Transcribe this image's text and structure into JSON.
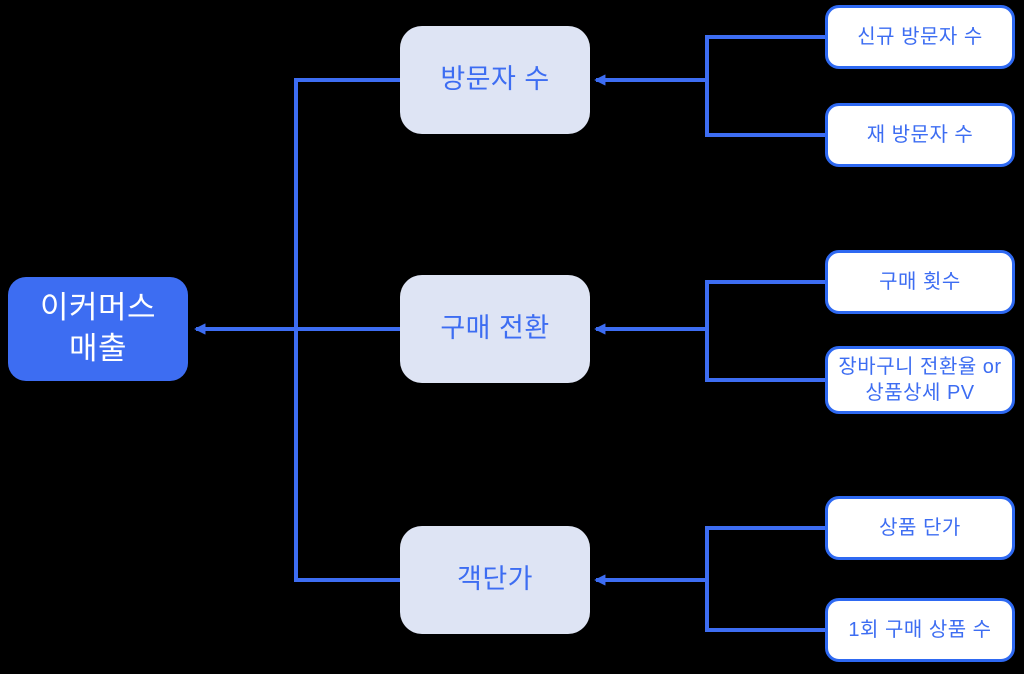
{
  "background_color": "#000000",
  "colors": {
    "accent_blue": "#3D6DF2",
    "root_fill": "#3D6DF2",
    "root_text": "#FFFFFF",
    "branch_fill": "#DEE4F4",
    "branch_text": "#3D6DF2",
    "leaf_fill": "#FFFFFF",
    "leaf_border": "#2E69F2",
    "leaf_text": "#3D6DF2",
    "connector_line": "#3D6DF2"
  },
  "tree": {
    "root": {
      "label": "이커머스\n매출"
    },
    "branches": [
      {
        "label": "방문자 수",
        "children": [
          {
            "label": "신규 방문자 수"
          },
          {
            "label": "재 방문자 수"
          }
        ]
      },
      {
        "label": "구매 전환",
        "children": [
          {
            "label": "구매 횟수"
          },
          {
            "label": "장바구니 전환율 or\n상품상세 PV"
          }
        ]
      },
      {
        "label": "객단가",
        "children": [
          {
            "label": "상품 단가"
          },
          {
            "label": "1회 구매 상품 수"
          }
        ]
      }
    ]
  }
}
